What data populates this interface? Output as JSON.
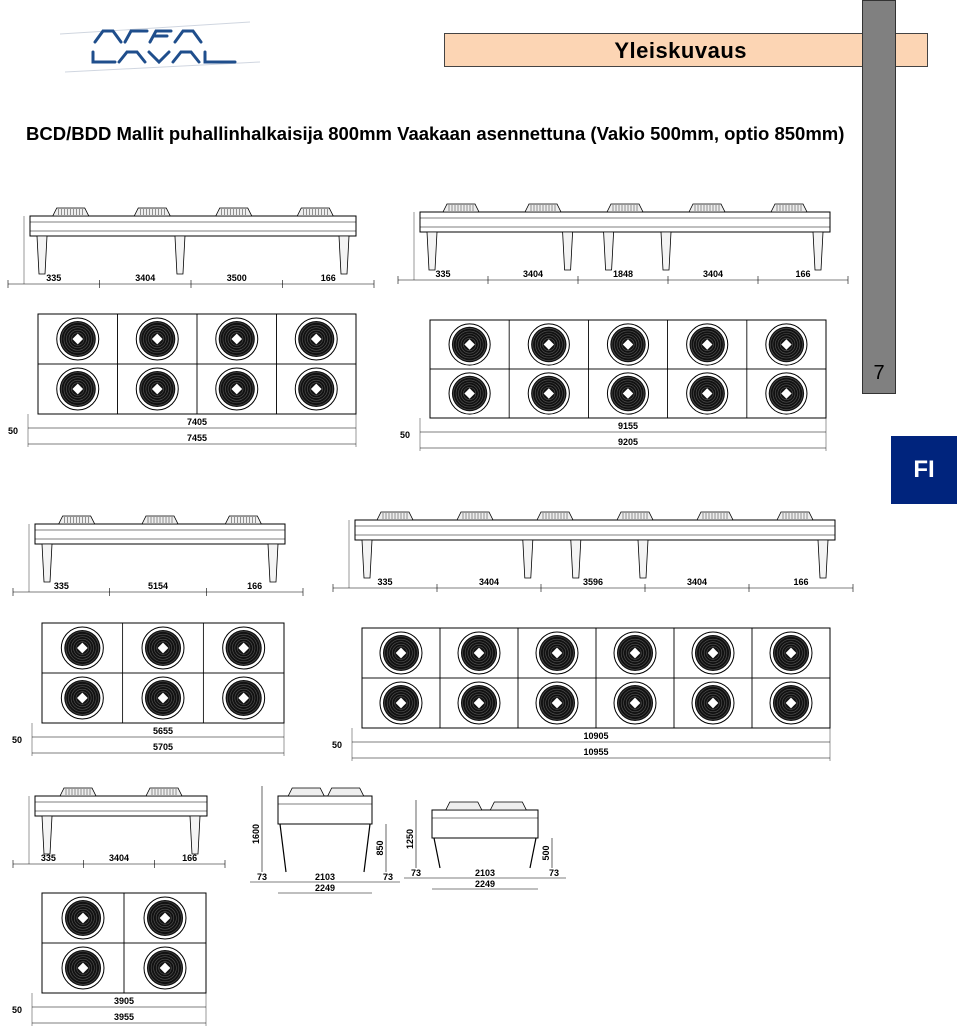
{
  "brand": {
    "logo_text": "ALFA LAVAL",
    "colors": {
      "logo": "#1f4e8c",
      "header_bg": "#fcd5b4",
      "side_tab": "#808080",
      "lang_badge": "#00247d"
    }
  },
  "header": {
    "title": "Yleiskuvaus"
  },
  "page": {
    "number": "7",
    "language": "FI"
  },
  "document": {
    "title": "BCD/BDD Mallit puhallinhalkaisija 800mm Vaakaan asennettuna (Vakio 500mm, optio 850mm)"
  },
  "drawings": [
    {
      "id": "4-fan-row",
      "fans_per_row": 4,
      "side_dims": [
        "335",
        "3404",
        "3500",
        "166"
      ],
      "plan_dims": [
        "50",
        "7405",
        "7455"
      ]
    },
    {
      "id": "5-fan-row",
      "fans_per_row": 5,
      "side_dims": [
        "335",
        "3404",
        "1848",
        "3404",
        "166"
      ],
      "plan_dims": [
        "50",
        "9155",
        "9205"
      ]
    },
    {
      "id": "3-fan-row",
      "fans_per_row": 3,
      "side_dims": [
        "335",
        "5154",
        "166"
      ],
      "plan_dims": [
        "50",
        "5655",
        "5705"
      ]
    },
    {
      "id": "6-fan-row",
      "fans_per_row": 6,
      "side_dims": [
        "335",
        "3404",
        "3596",
        "3404",
        "166"
      ],
      "plan_dims": [
        "50",
        "10905",
        "10955"
      ]
    },
    {
      "id": "2-fan-row",
      "fans_per_row": 2,
      "side_dims": [
        "335",
        "3404",
        "166"
      ],
      "plan_dims": [
        "50",
        "3905",
        "3955"
      ]
    }
  ],
  "end_views": [
    {
      "id": "end-view-850",
      "height": "1600",
      "leg": "850",
      "dims": [
        "73",
        "2103",
        "73",
        "2249"
      ]
    },
    {
      "id": "end-view-500",
      "height": "1250",
      "leg": "500",
      "dims": [
        "73",
        "2103",
        "73",
        "2249"
      ]
    }
  ]
}
